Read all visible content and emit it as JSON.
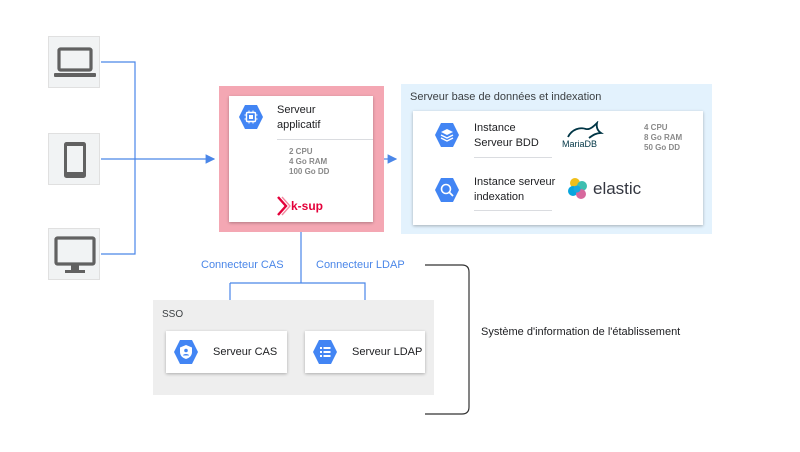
{
  "devices": [
    {
      "name": "laptop",
      "icon": "laptop-icon"
    },
    {
      "name": "tablet",
      "icon": "tablet-icon"
    },
    {
      "name": "desktop",
      "icon": "desktop-monitor-icon"
    }
  ],
  "app_server": {
    "title_line1": "Serveur",
    "title_line2": "applicatif",
    "specs": [
      "2 CPU",
      "4 Go RAM",
      "100 Go DD"
    ],
    "logo_text": "k-sup",
    "icon": "cpu-chip-icon"
  },
  "db_group": {
    "title": "Serveur base de données et indexation",
    "bdd": {
      "line1": "Instance",
      "line2": "Serveur BDD",
      "logo_text": "MariaDB",
      "icon": "layers-icon"
    },
    "index": {
      "line1": "Instance serveur",
      "line2": "indexation",
      "logo_text": "elastic",
      "icon": "search-icon"
    },
    "specs": [
      "4 CPU",
      "8 Go RAM",
      "50 Go DD"
    ]
  },
  "connectors": {
    "cas": "Connecteur CAS",
    "ldap": "Connecteur LDAP"
  },
  "sso": {
    "title": "SSO",
    "cas": {
      "label": "Serveur CAS",
      "icon": "shield-user-icon"
    },
    "ldap": {
      "label": "Serveur LDAP",
      "icon": "list-icon"
    }
  },
  "si_label": "Système d'information de l'établissement",
  "colors": {
    "google_blue": "#4285f4",
    "arrow_blue": "#4a86e8",
    "app_server_frame": "#f4a7b3",
    "db_group_bg": "#e3f2fd",
    "sso_bg": "#eeeeee",
    "ksup_red": "#e4003a"
  }
}
